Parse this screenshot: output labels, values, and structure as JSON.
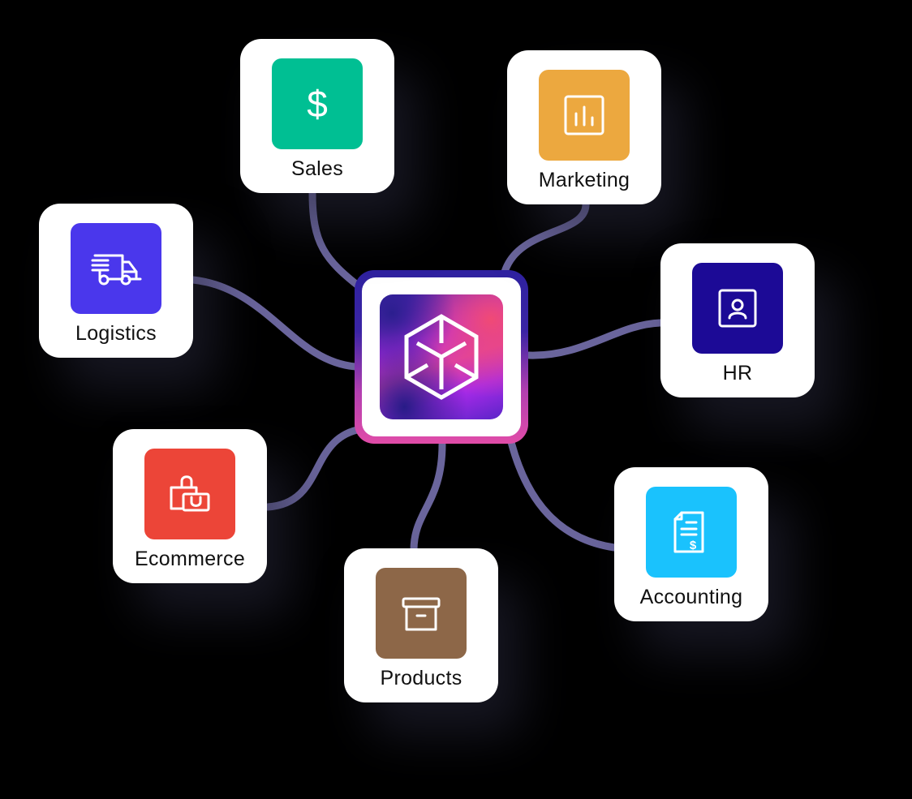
{
  "hub": {
    "name": "central-app-logo",
    "icon": "cube-icon",
    "border_gradient": [
      "#2f22a0",
      "#e04ca8"
    ],
    "logo_gradient": [
      "#2a1f96",
      "#b42be8",
      "#f04a75"
    ]
  },
  "connector_color": "#6a659c",
  "modules": [
    {
      "id": "sales",
      "label": "Sales",
      "icon": "dollar-icon",
      "color": "#00bf93"
    },
    {
      "id": "marketing",
      "label": "Marketing",
      "icon": "bar-chart-icon",
      "color": "#eca83f"
    },
    {
      "id": "logistics",
      "label": "Logistics",
      "icon": "delivery-truck-icon",
      "color": "#4a37ec"
    },
    {
      "id": "hr",
      "label": "HR",
      "icon": "user-badge-icon",
      "color": "#1c0a96"
    },
    {
      "id": "ecommerce",
      "label": "Ecommerce",
      "icon": "shopping-bags-icon",
      "color": "#ec4538"
    },
    {
      "id": "products",
      "label": "Products",
      "icon": "archive-box-icon",
      "color": "#8d6748"
    },
    {
      "id": "accounting",
      "label": "Accounting",
      "icon": "invoice-icon",
      "color": "#1ac2fd"
    }
  ]
}
